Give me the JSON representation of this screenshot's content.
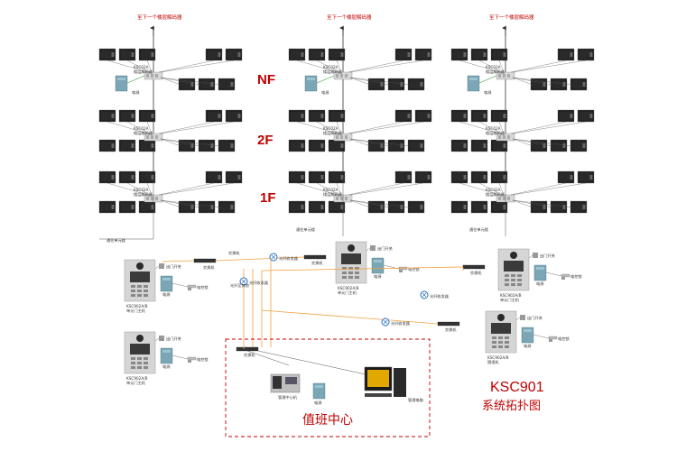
{
  "arrow_destination_label": "至下一个楼层解码器",
  "floors": [
    "NF",
    "2F",
    "1F"
  ],
  "decoder_label_line1": "KSC02A",
  "decoder_label_line2": "楼层解码器",
  "power_label": "电源",
  "riser_label": "通往单元楼",
  "door_panel": {
    "unlock_switch_label": "出门开关",
    "lock_label": "电控锁",
    "model_label": "KSC902A/B",
    "unit_main_label": "单元门主机",
    "building_main_label": "围墙机"
  },
  "switch_label": "交换机",
  "fiber_label": "光纤收发器",
  "fiber_to_label": "光纤至其他",
  "duty_center": {
    "title": "值班中心",
    "manager_phone_label": "管理中心机",
    "power_label": "电源",
    "pc_label": "管理电脑"
  },
  "system_title": "KSC901",
  "system_subtitle": "系统拓扑图",
  "colors": {
    "red": "#c00000",
    "fiber_line": "#f0a040",
    "wire": "#555555",
    "monitor": "#1a1a1a"
  }
}
